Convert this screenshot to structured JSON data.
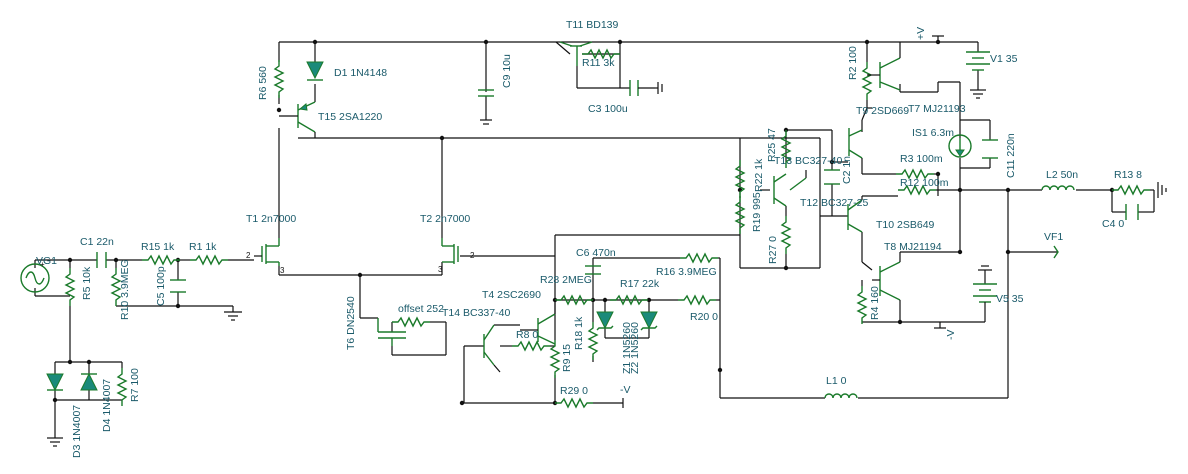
{
  "components": {
    "vg1": "VG1",
    "c1": "C1 22n",
    "r5": "R5 10k",
    "r10": "R10 3.9MEG",
    "r15": "R15 1k",
    "r1": "R1 1k",
    "c5": "C5 100p",
    "d3": "D3 1N4007",
    "d4": "D4 1N4007",
    "r7": "R7 100",
    "r6": "R6 560",
    "d1": "D1 1N4148",
    "t15": "T15 2SA1220",
    "t1": "T1 2n7000",
    "t2": "T2 2n7000",
    "c9": "C9 10u",
    "t11": "T11 BD139",
    "r11": "R11 3k",
    "c3": "C3 100u",
    "r2": "R2 100",
    "v1": "V1 35",
    "t9": "T9 2SD669",
    "t7": "T7 MJ21193",
    "is1": "IS1 6.3m",
    "c11": "C11 220n",
    "r25": "R25 47",
    "r22": "R22 1k",
    "t13": "T13 BC327-40",
    "c2": "C2 1n",
    "r3": "R3 100m",
    "r12": "R12 100m",
    "l2": "L2 50n",
    "r13": "R13 8",
    "c4": "C4 0",
    "r19": "R19 995",
    "r27": "R27 0",
    "t12": "T12 BC327-25",
    "t10": "T10 2SB649",
    "t8": "T8 MJ21194",
    "vf1": "VF1",
    "c6": "C6 470n",
    "r28": "R28 2MEG",
    "r16": "R16 3.9MEG",
    "t4": "T4 2SC2690",
    "r17": "R17 22k",
    "z1": "Z1 1N5260",
    "z2": "Z2 1N5260",
    "r18": "R18 1k",
    "r20": "R20 0",
    "t6": "T6 DN2540",
    "offset": "offset 252",
    "t14": "T14 BC337-40",
    "r8": "R8 0",
    "r9": "R9 15",
    "r29": "R29 0",
    "l1": "L1 0",
    "r4": "R4 160",
    "v5": "V5 35"
  },
  "nets": {
    "vplus": "+V",
    "vminus_a": "-V",
    "vminus_b": "-V"
  },
  "pins": {
    "t1_g": "2",
    "t1_s": "3",
    "t2_g": "2",
    "t2_s": "3"
  }
}
